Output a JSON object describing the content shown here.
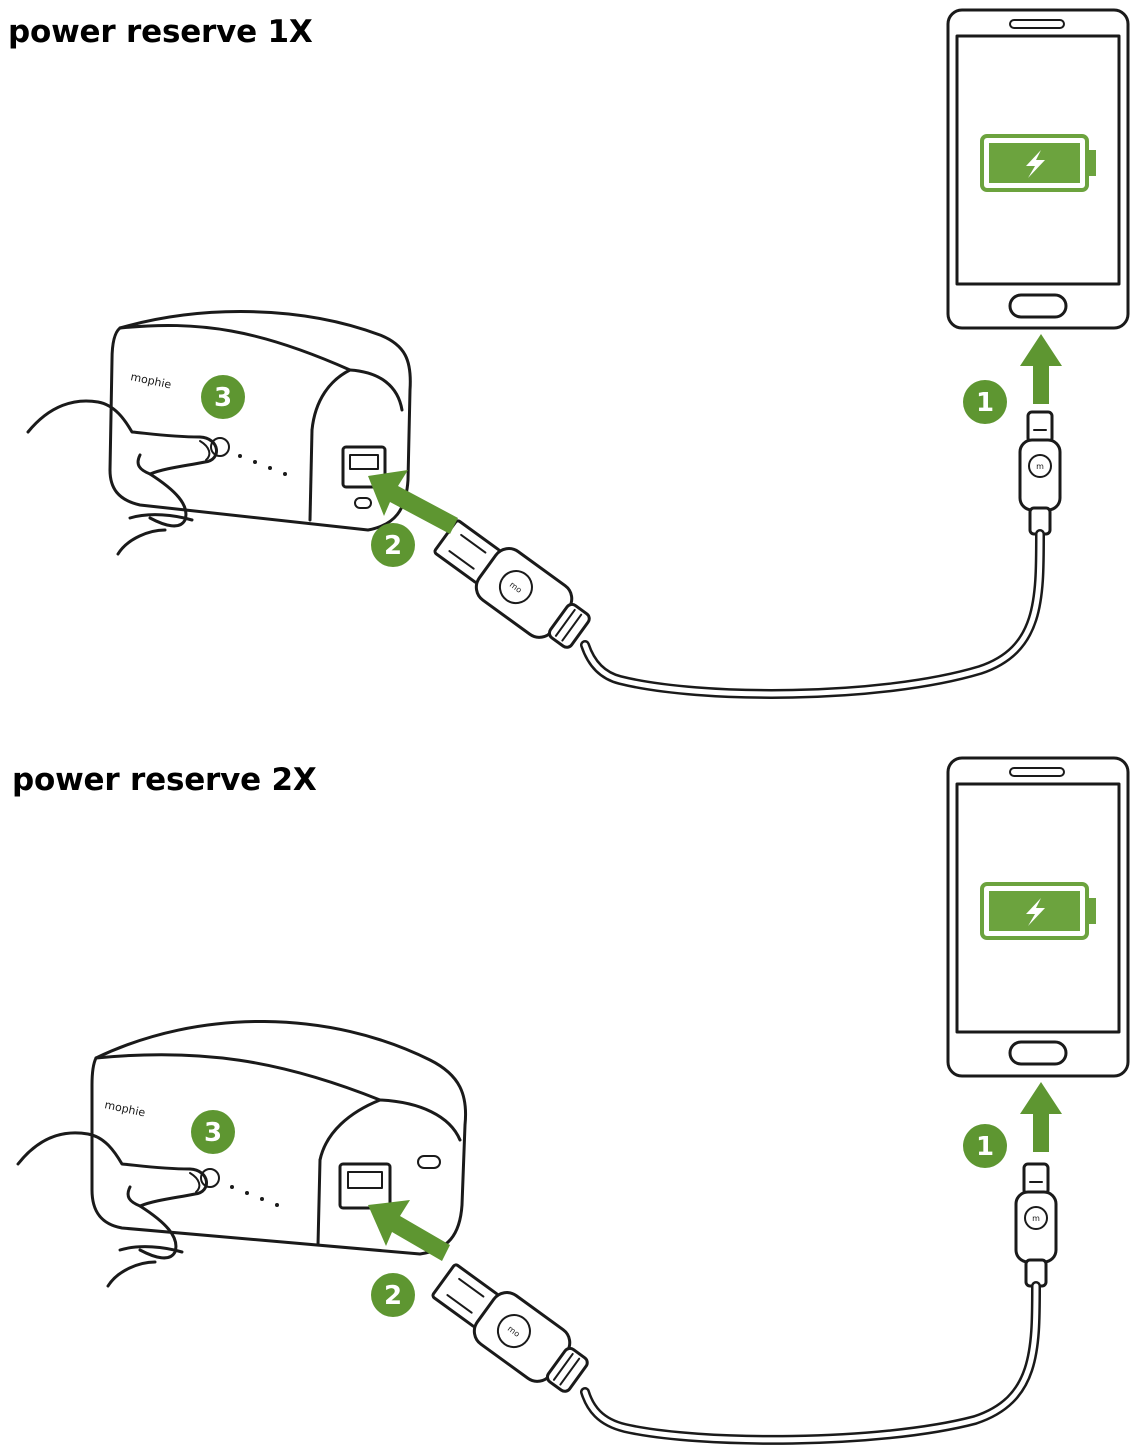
{
  "colors": {
    "accent_green": "#5e9631",
    "battery_green": "#6ca33e",
    "line": "#1a1a1a",
    "background": "#ffffff"
  },
  "icons": [
    "smartphone-icon",
    "battery-charging-icon",
    "lightning-bolt-icon",
    "power-bank-icon",
    "usb-cable-icon",
    "hand-icon",
    "arrow-icon"
  ],
  "panels": [
    {
      "title": "power reserve 1X",
      "steps": [
        {
          "number": "1"
        },
        {
          "number": "2"
        },
        {
          "number": "3"
        }
      ],
      "brand_label": "mophie"
    },
    {
      "title": "power reserve 2X",
      "steps": [
        {
          "number": "1"
        },
        {
          "number": "2"
        },
        {
          "number": "3"
        }
      ],
      "brand_label": "mophie"
    }
  ]
}
